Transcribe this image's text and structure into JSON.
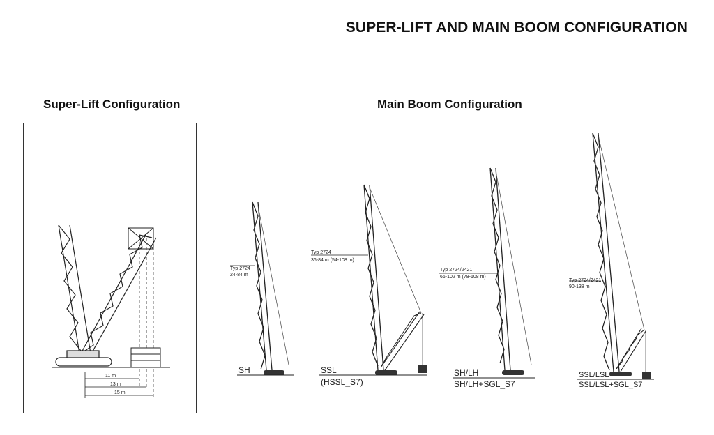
{
  "page": {
    "title": "SUPER-LIFT AND MAIN BOOM CONFIGURATION"
  },
  "super_lift": {
    "title": "Super-Lift Configuration",
    "dimensions": [
      "11 m",
      "13 m",
      "15 m"
    ]
  },
  "main_boom": {
    "title": "Main Boom Configuration",
    "cranes": [
      {
        "type_label": "Typ 2724",
        "length_label": "24-84 m",
        "config_label": "SH",
        "sub_label": ""
      },
      {
        "type_label": "Typ 2724",
        "length_label": "36-84 m (54-108 m)",
        "config_label": "SSL",
        "sub_label": "(HSSL_S7)"
      },
      {
        "type_label": "Typ 2724/2421",
        "length_label": "66-102 m (78-108 m)",
        "config_label": "SH/LH",
        "sub_label": "SH/LH+SGL_S7"
      },
      {
        "type_label": "Typ 2724/2421",
        "length_label": "90-138 m",
        "config_label": "SSL/LSL",
        "sub_label": "SSL/LSL+SGL_S7"
      }
    ]
  }
}
